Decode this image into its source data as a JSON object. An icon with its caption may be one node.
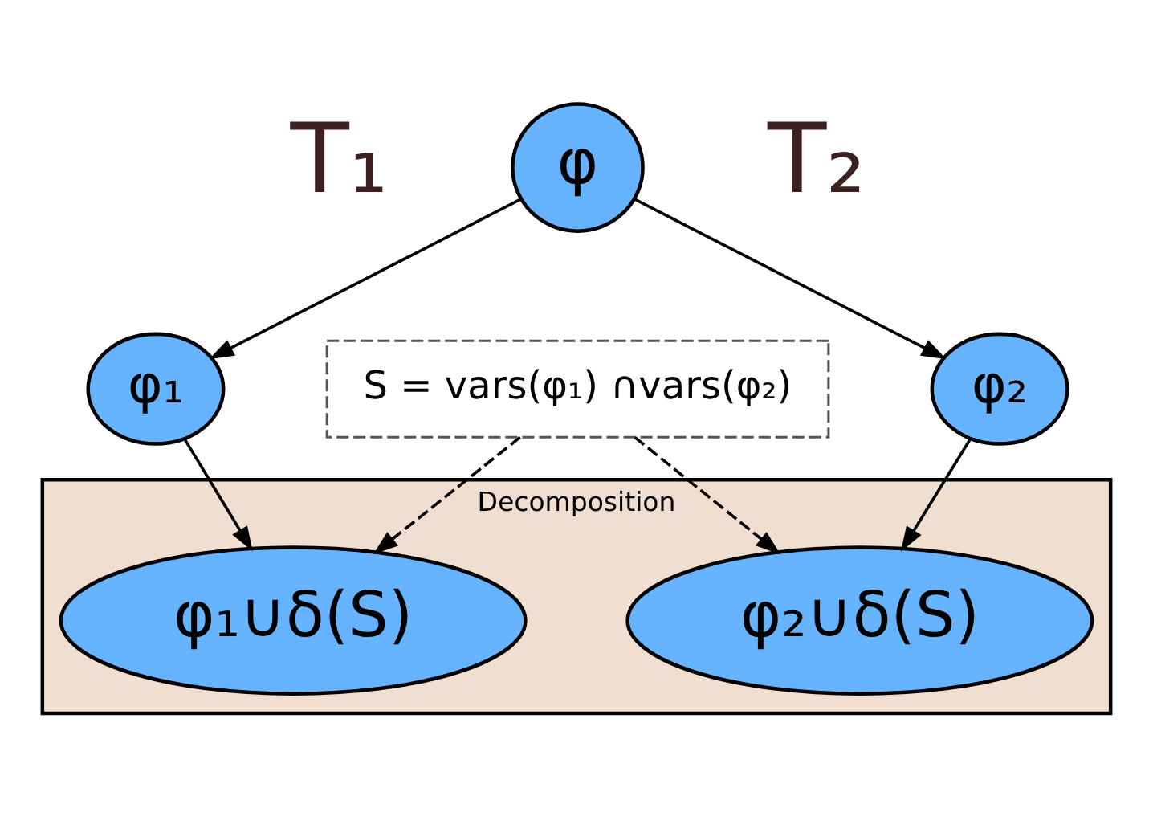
{
  "diagram": {
    "nodes": [
      {
        "text": [
          "φ"
        ]
      },
      {
        "text": [
          "φ₁"
        ]
      },
      {
        "text": [
          "φ₂"
        ]
      },
      {
        "text": [
          "S = vars(φ₁) ∩vars(φ₂)"
        ]
      },
      {
        "text": [
          "Decomposition"
        ]
      },
      {
        "text": [
          "φ₁∪δ(S)"
        ],
        "in": 4
      },
      {
        "text": [
          "φ₂∪δ(S)"
        ],
        "in": 4
      }
    ],
    "edges": [
      {
        "from": 0,
        "to": 1,
        "arrow": "to"
      },
      {
        "from": 0,
        "to": 2,
        "arrow": "to"
      },
      {
        "from": 1,
        "to": 5,
        "arrow": "to"
      },
      {
        "from": 2,
        "to": 6,
        "arrow": "to"
      },
      {
        "from": 3,
        "to": 5,
        "arrow": "to",
        "style": "dashed"
      },
      {
        "from": 3,
        "to": 6,
        "arrow": "to",
        "style": "dashed"
      }
    ],
    "labels": [
      "T₁",
      "T₂"
    ]
  }
}
